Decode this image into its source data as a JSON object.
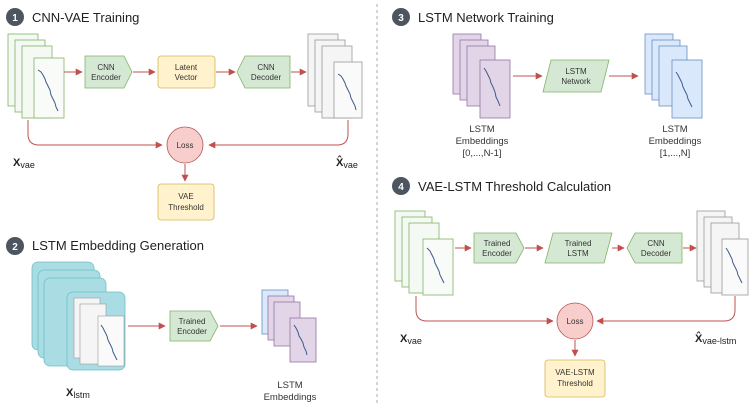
{
  "panel1": {
    "step": "1",
    "title": "CNN-VAE Training",
    "cnn_encoder": [
      "CNN",
      "Encoder"
    ],
    "latent_vector": [
      "Latent",
      "Vector"
    ],
    "cnn_decoder": [
      "CNN",
      "Decoder"
    ],
    "loss": "Loss",
    "vae_threshold": [
      "VAE",
      "Threshold"
    ],
    "x_vae_label": "X",
    "x_vae_sub": "vae",
    "xhat_vae_label": "X̂",
    "xhat_vae_sub": "vae"
  },
  "panel2": {
    "step": "2",
    "title": "LSTM Embedding Generation",
    "trained_encoder": [
      "Trained",
      "Encoder"
    ],
    "lstm_embeddings": [
      "LSTM",
      "Embeddings"
    ],
    "x_lstm_label": "X",
    "x_lstm_sub": "lstm"
  },
  "panel3": {
    "step": "3",
    "title": "LSTM Network Training",
    "lstm_network": [
      "LSTM",
      "Network"
    ],
    "input_embeddings": [
      "LSTM",
      "Embeddings",
      "[0,...,N-1]"
    ],
    "output_embeddings": [
      "LSTM",
      "Embeddings",
      "[1,...,N]"
    ]
  },
  "panel4": {
    "step": "4",
    "title": "VAE-LSTM Threshold Calculation",
    "trained_encoder": [
      "Trained",
      "Encoder"
    ],
    "trained_lstm": [
      "Trained",
      "LSTM"
    ],
    "cnn_decoder": [
      "CNN",
      "Decoder"
    ],
    "loss": "Loss",
    "threshold": [
      "VAE-LSTM",
      "Threshold"
    ],
    "x_vae_label": "X",
    "x_vae_sub": "vae",
    "xhat_label": "X̂",
    "xhat_sub": "vae-lstm"
  },
  "colors": {
    "arrow": "#c0504d",
    "badge": "#4d5560",
    "green_fill": "#d5e8d4",
    "green_stroke": "#82b366",
    "yellow_fill": "#fff2cc",
    "yellow_stroke": "#d6b656",
    "red_fill": "#f8cecc",
    "red_stroke": "#b85450",
    "teal_fill": "#a9dde3",
    "teal_stroke": "#6fbfc8",
    "purple_fill": "#e1d5e7",
    "purple_stroke": "#9673a6",
    "blue_fill": "#dae8fc",
    "blue_stroke": "#6c8ebf",
    "series_line": "#3d5a8a",
    "divider": "#aaaaaa"
  }
}
